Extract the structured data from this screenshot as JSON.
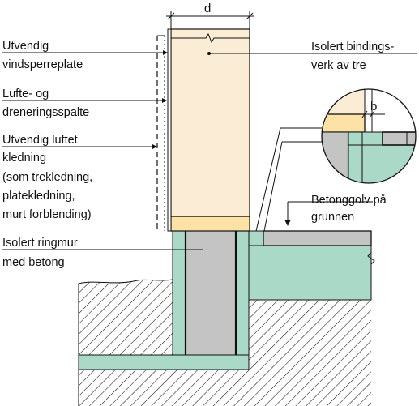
{
  "dimensions": {
    "d": "d",
    "b": "b"
  },
  "labels": {
    "utvendig_vindsperreplate": [
      "Utvendig",
      "vindsperreplate"
    ],
    "lufte_og_dreneringsspalte": [
      "Lufte- og",
      "dreneringsspalte"
    ],
    "utvendig_luftet_kledning": [
      "Utvendig luftet",
      "kledning",
      "(som trekledning,",
      "platekledning,",
      "murt forblending)"
    ],
    "isolert_ringmur": [
      "Isolert ringmur",
      "med betong"
    ],
    "isolert_bindingsverk": [
      "Isolert bindings-",
      "verk av tre"
    ],
    "betonggolv": [
      "Betonggolv på",
      "grunnen"
    ]
  },
  "colors": {
    "wood_insulation": "#fbedd5",
    "sill_plate": "#fde2a6",
    "ring_insulation": "#aad9c8",
    "concrete": "#c4c4c4",
    "hatch": "#111111"
  }
}
